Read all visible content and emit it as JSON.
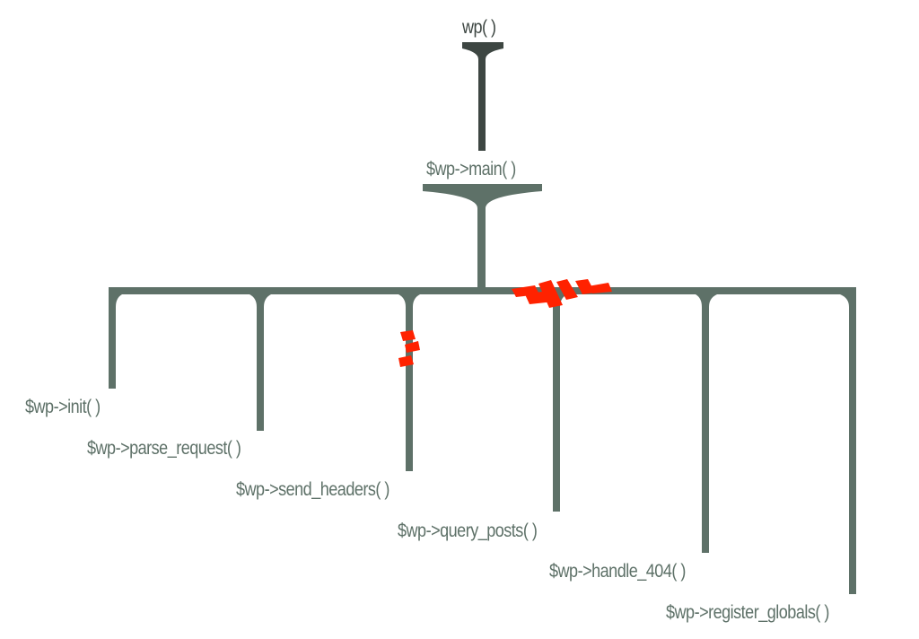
{
  "diagram": {
    "root": {
      "label": "wp( )"
    },
    "main": {
      "label": "$wp->main( )"
    },
    "children": [
      {
        "label": "$wp->init( )"
      },
      {
        "label": "$wp->parse_request( )"
      },
      {
        "label": "$wp->send_headers( )"
      },
      {
        "label": "$wp->query_posts( )"
      },
      {
        "label": "$wp->handle_404( )"
      },
      {
        "label": "$wp->register_globals( )"
      }
    ]
  },
  "colors": {
    "root_connector": "#3d4642",
    "connector": "#5e7168",
    "label": "#5e7168",
    "highlight": "#ff2200"
  }
}
